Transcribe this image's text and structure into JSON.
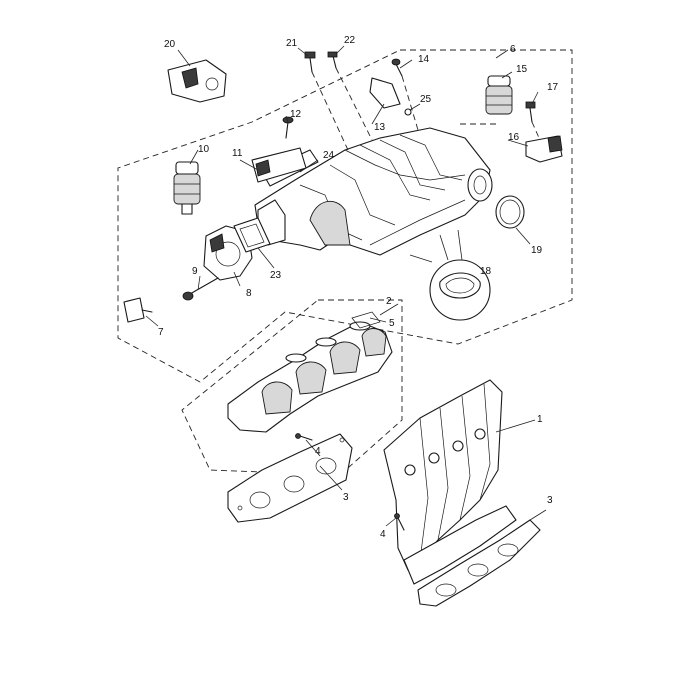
{
  "diagram": {
    "callouts": [
      {
        "id": "c1",
        "text": "1"
      },
      {
        "id": "c2",
        "text": "2"
      },
      {
        "id": "c3a",
        "text": "3"
      },
      {
        "id": "c3b",
        "text": "3"
      },
      {
        "id": "c4a",
        "text": "4"
      },
      {
        "id": "c4b",
        "text": "4"
      },
      {
        "id": "c5",
        "text": "5"
      },
      {
        "id": "c6",
        "text": "6"
      },
      {
        "id": "c7",
        "text": "7"
      },
      {
        "id": "c8",
        "text": "8"
      },
      {
        "id": "c9",
        "text": "9"
      },
      {
        "id": "c10",
        "text": "10"
      },
      {
        "id": "c11",
        "text": "11"
      },
      {
        "id": "c12",
        "text": "12"
      },
      {
        "id": "c13",
        "text": "13"
      },
      {
        "id": "c14",
        "text": "14"
      },
      {
        "id": "c15",
        "text": "15"
      },
      {
        "id": "c16",
        "text": "16"
      },
      {
        "id": "c17",
        "text": "17"
      },
      {
        "id": "c18",
        "text": "18"
      },
      {
        "id": "c19",
        "text": "19"
      },
      {
        "id": "c20",
        "text": "20"
      },
      {
        "id": "c21",
        "text": "21"
      },
      {
        "id": "c22",
        "text": "22"
      },
      {
        "id": "c23",
        "text": "23"
      },
      {
        "id": "c24",
        "text": "24"
      },
      {
        "id": "c25",
        "text": "25"
      }
    ]
  }
}
